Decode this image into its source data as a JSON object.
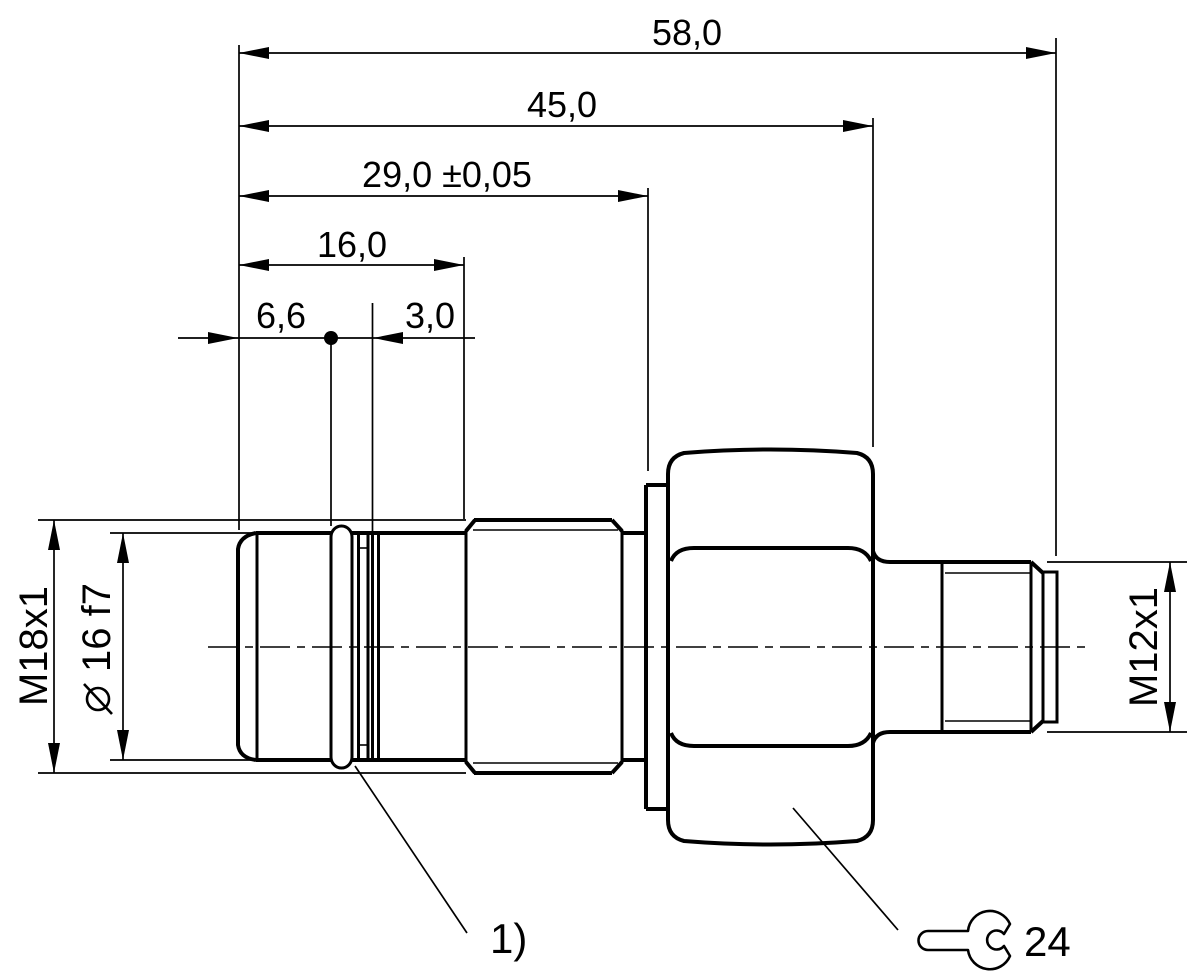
{
  "drawing": {
    "colors": {
      "line": "#000000",
      "background": "#ffffff"
    },
    "dims": {
      "overall_length": "58,0",
      "length_to_hex_back": "45,0",
      "length_with_tolerance": "29,0 ±0,05",
      "front_section_length": "16,0",
      "oring_position": "6,6",
      "groove_width": "3,0",
      "front_thread": "M18x1",
      "sleeve_diameter": "16 f7",
      "rear_thread": "M12x1"
    },
    "notes": {
      "oring_reference": "1)",
      "wrench_size": "24"
    }
  }
}
